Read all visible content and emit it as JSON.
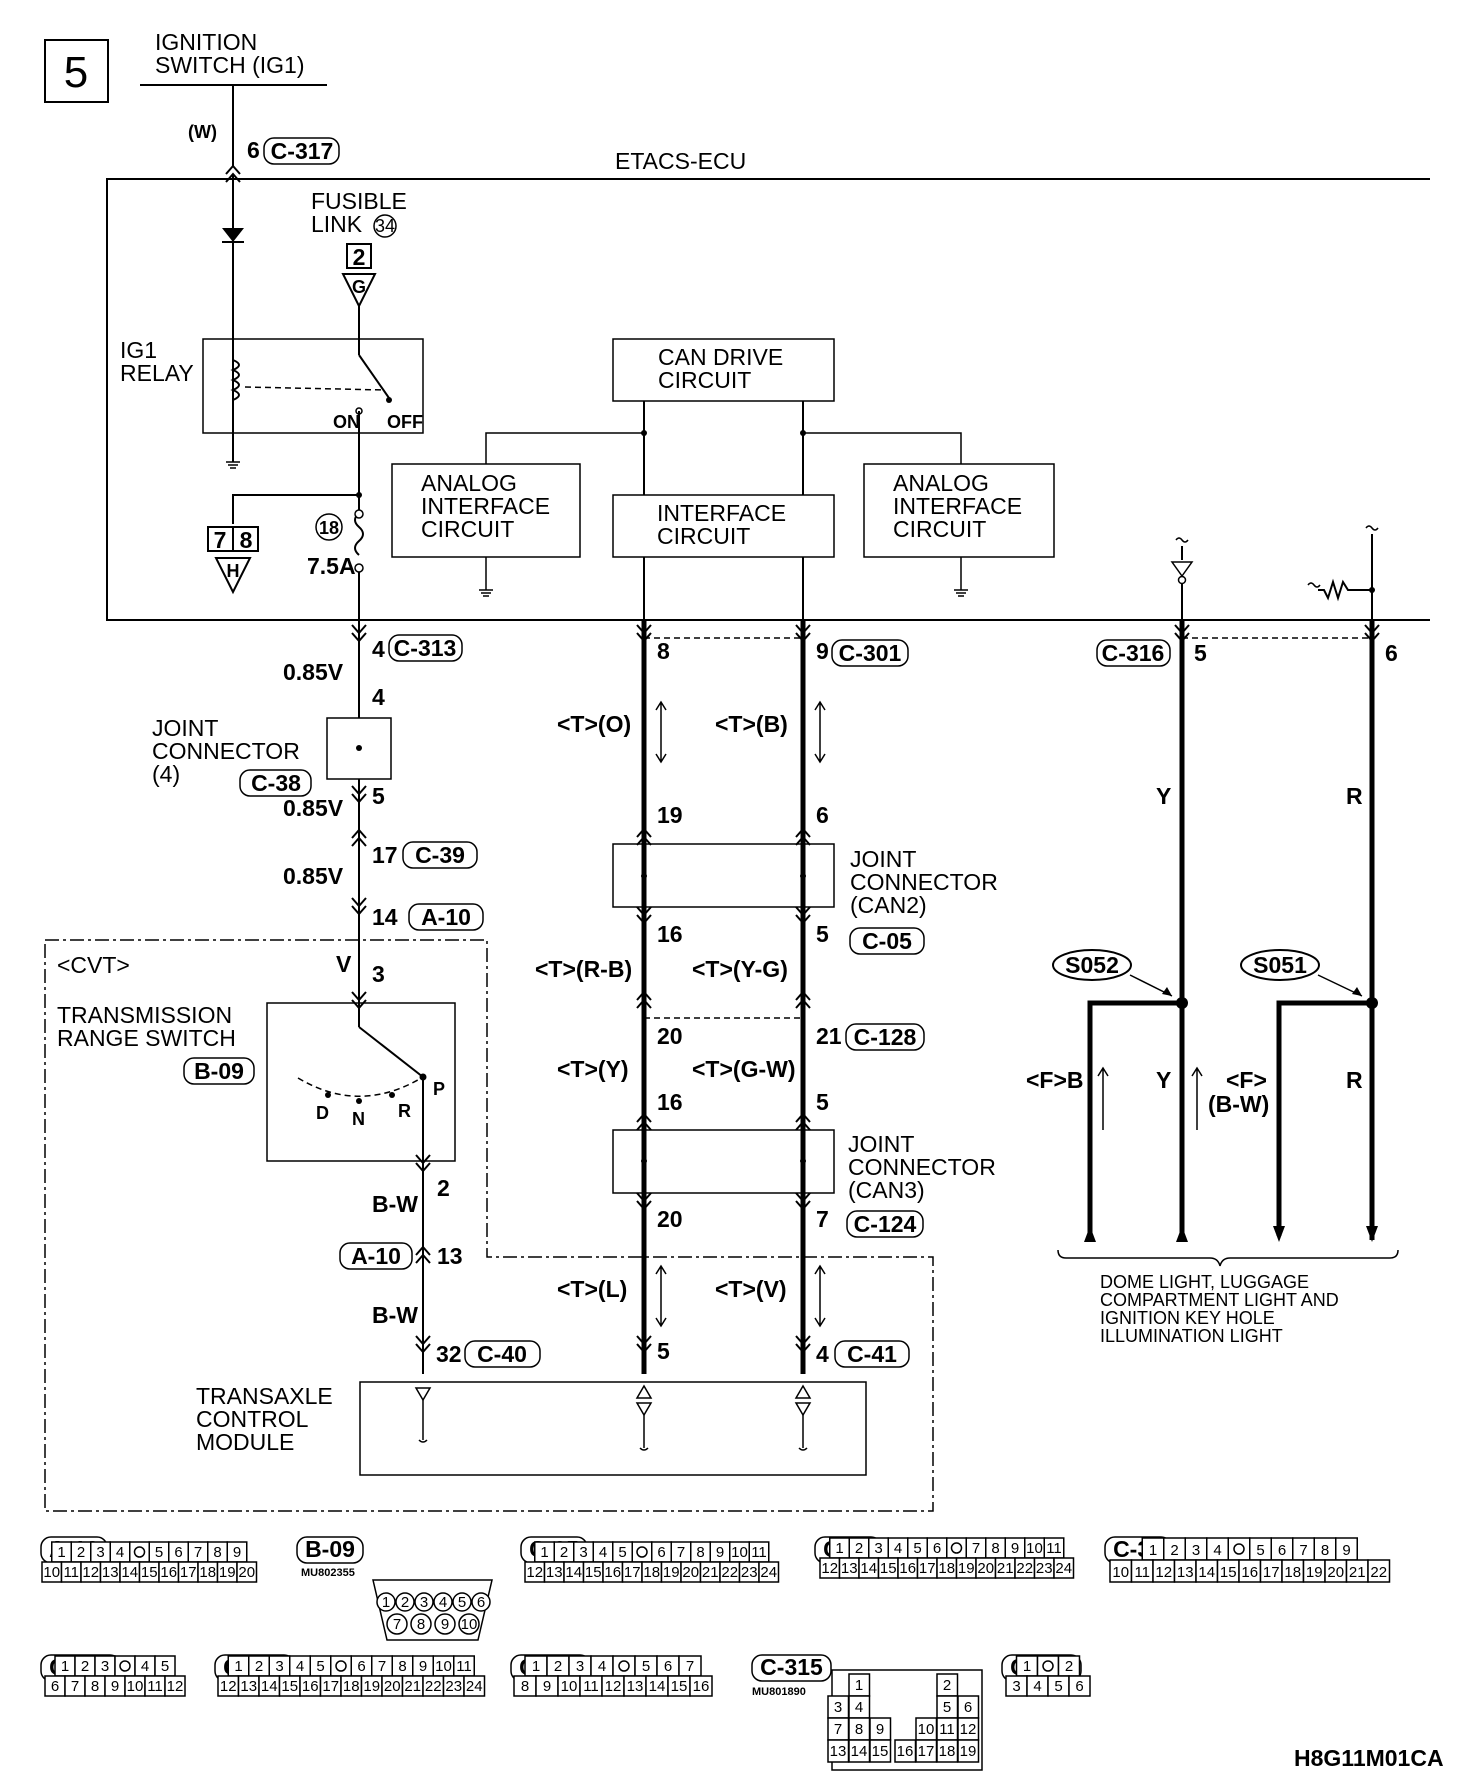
{
  "page_number": "5",
  "ignition_switch": "IGNITION\nSWITCH (IG1)",
  "ecu_label": "ETACS-ECU",
  "fusible_link": "FUSIBLE\nLINK",
  "fusible_link_no": "34",
  "fl_pin": "2",
  "fl_tag": "G",
  "relay_label": "IG1\nRELAY",
  "relay_on": "ON",
  "relay_off": "OFF",
  "fuse_no": "18",
  "fuse_rating": "7.5A",
  "ground_tag_pins": [
    "7",
    "8"
  ],
  "ground_tag": "H",
  "can_drive": "CAN DRIVE\nCIRCUIT",
  "analog_left": "ANALOG\nINTERFACE\nCIRCUIT",
  "interface": "INTERFACE\nCIRCUIT",
  "analog_right": "ANALOG\nINTERFACE\nCIRCUIT",
  "wire_w": "(W)",
  "conn_c317_pin": "6",
  "conn_c317": "C-317",
  "conn_c313_pin": "4",
  "conn_c313": "C-313",
  "wire_085v": "0.85V",
  "jc4_pin_in": "4",
  "jc4_label": "JOINT\nCONNECTOR\n(4)",
  "jc4_conn": "C-38",
  "jc4_pin_out": "5",
  "c39_pin": "17",
  "c39": "C-39",
  "a10_pin_top": "14",
  "a10": "A-10",
  "cvt": "<CVT>",
  "wire_v": "V",
  "trs_pin": "3",
  "trs_label": "TRANSMISSION\nRANGE SWITCH",
  "trs_conn": "B-09",
  "trs_positions": [
    "D",
    "N",
    "R",
    "P"
  ],
  "trs_pin_out": "2",
  "wire_bw": "B-W",
  "a10_pin_bottom": "13",
  "tcm_pin": "32",
  "tcm_conn": "C-40",
  "tcm_label": "TRANSAXLE\nCONTROL\nMODULE",
  "c301_pin_l": "8",
  "c301_pin_r": "9",
  "c301": "C-301",
  "t_o": "<T>(O)",
  "t_b": "<T>(B)",
  "can2_pin_in_l": "19",
  "can2_pin_in_r": "6",
  "can2_label": "JOINT\nCONNECTOR\n(CAN2)",
  "can2_pin_out_l": "16",
  "can2_pin_out_r": "5",
  "can2_conn": "C-05",
  "t_rb": "<T>(R-B)",
  "t_yg": "<T>(Y-G)",
  "c128_pin_l": "20",
  "c128_pin_r": "21",
  "c128": "C-128",
  "t_y": "<T>(Y)",
  "t_gw": "<T>(G-W)",
  "can3_pin_in_l": "16",
  "can3_pin_in_r": "5",
  "can3_label": "JOINT\nCONNECTOR\n(CAN3)",
  "can3_pin_out_l": "20",
  "can3_pin_out_r": "7",
  "can3_conn": "C-124",
  "t_l": "<T>(L)",
  "t_v": "<T>(V)",
  "c41_pin_l": "5",
  "c41_pin_r": "4",
  "c41": "C-41",
  "c316": "C-316",
  "c316_pin_l": "5",
  "c316_pin_r": "6",
  "wire_y": "Y",
  "wire_r": "R",
  "s052": "S052",
  "s051": "S051",
  "f_b": "<F>B",
  "f_bw_1": "<F>",
  "f_bw_2": "(B-W)",
  "dome_label": "DOME LIGHT, LUGGAGE\nCOMPARTMENT LIGHT AND\nIGNITION KEY HOLE\nILLUMINATION LIGHT",
  "part_b09": "MU802355",
  "part_c315": "MU801890",
  "diagram_code": "H8G11M01CA",
  "connectors": [
    {
      "name": "A-10",
      "rows": [
        [
          "1",
          "2",
          "3",
          "4",
          "",
          "5",
          "6",
          "7",
          "8",
          "9"
        ],
        [
          "10",
          "11",
          "12",
          "13",
          "14",
          "15",
          "16",
          "17",
          "18",
          "19",
          "20"
        ]
      ]
    },
    {
      "name": "B-09",
      "rows": [
        [
          "1",
          "2",
          "3",
          "4",
          "5",
          "6"
        ],
        [
          "7",
          "8",
          "9",
          "10"
        ]
      ]
    },
    {
      "name": "C-05",
      "rows": [
        [
          "1",
          "2",
          "3",
          "4",
          "5",
          "",
          "6",
          "7",
          "8",
          "9",
          "10",
          "11"
        ],
        [
          "12",
          "13",
          "14",
          "15",
          "16",
          "17",
          "18",
          "19",
          "20",
          "21",
          "22",
          "23",
          "24"
        ]
      ]
    },
    {
      "name": "C-38",
      "rows": [
        [
          "1",
          "2",
          "3",
          "4",
          "5",
          "6",
          "",
          "7",
          "8",
          "9",
          "10",
          "11"
        ],
        [
          "12",
          "13",
          "14",
          "15",
          "16",
          "17",
          "18",
          "19",
          "20",
          "21",
          "22",
          "23",
          "24"
        ]
      ]
    },
    {
      "name": "C-39",
      "rows": [
        [
          "1",
          "2",
          "3",
          "4",
          "",
          "5",
          "6",
          "7",
          "8",
          "9"
        ],
        [
          "10",
          "11",
          "12",
          "13",
          "14",
          "15",
          "16",
          "17",
          "18",
          "19",
          "20",
          "21",
          "22"
        ]
      ]
    },
    {
      "name": "C-213",
      "rows": [
        [
          "1",
          "2",
          "3",
          "",
          "4",
          "5"
        ],
        [
          "6",
          "7",
          "8",
          "9",
          "10",
          "11",
          "12"
        ]
      ]
    },
    {
      "name": "C-301",
      "rows": [
        [
          "1",
          "2",
          "3",
          "4",
          "5",
          "",
          "6",
          "7",
          "8",
          "9",
          "10",
          "11"
        ],
        [
          "12",
          "13",
          "14",
          "15",
          "16",
          "17",
          "18",
          "19",
          "20",
          "21",
          "22",
          "23",
          "24"
        ]
      ]
    },
    {
      "name": "C-313",
      "rows": [
        [
          "1",
          "2",
          "3",
          "4",
          "",
          "5",
          "6",
          "7"
        ],
        [
          "8",
          "9",
          "10",
          "11",
          "12",
          "13",
          "14",
          "15",
          "16"
        ]
      ]
    },
    {
      "name": "C-315",
      "rows": [
        [
          "1",
          "2"
        ],
        [
          "3",
          "4",
          "5",
          "6"
        ],
        [
          "7",
          "8",
          "9",
          "10",
          "11",
          "12"
        ],
        [
          "13",
          "14",
          "15",
          "16",
          "17",
          "18",
          "19"
        ]
      ]
    },
    {
      "name": "C-316",
      "rows": [
        [
          "1",
          "",
          "2"
        ],
        [
          "3",
          "4",
          "5",
          "6"
        ]
      ]
    }
  ]
}
